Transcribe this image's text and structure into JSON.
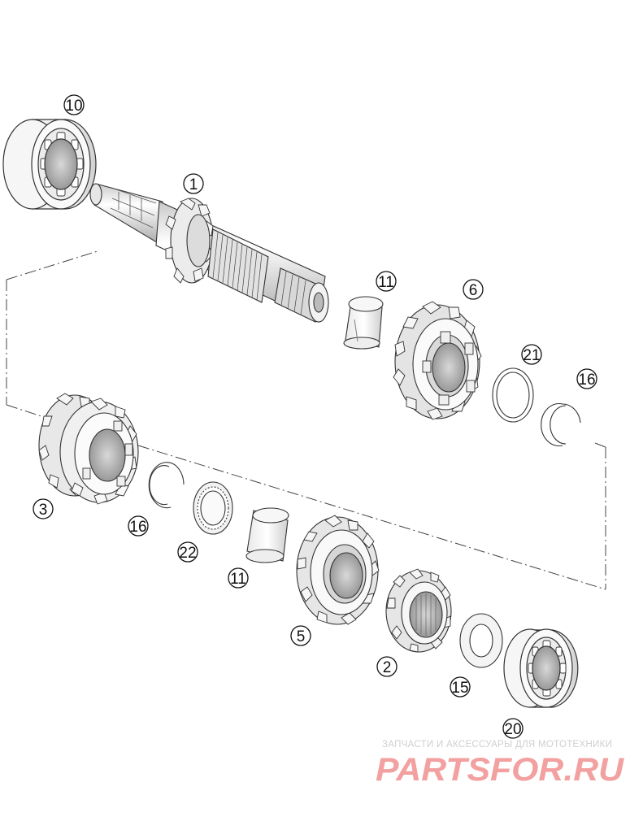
{
  "diagram": {
    "parts": [
      {
        "id": "part-1",
        "label": "1"
      },
      {
        "id": "part-2",
        "label": "2"
      },
      {
        "id": "part-3",
        "label": "3"
      },
      {
        "id": "part-5",
        "label": "5"
      },
      {
        "id": "part-6",
        "label": "6"
      },
      {
        "id": "part-10",
        "label": "10"
      },
      {
        "id": "part-11a",
        "label": "11"
      },
      {
        "id": "part-11b",
        "label": "11"
      },
      {
        "id": "part-15",
        "label": "15"
      },
      {
        "id": "part-16a",
        "label": "16"
      },
      {
        "id": "part-16b",
        "label": "16"
      },
      {
        "id": "part-20",
        "label": "20"
      },
      {
        "id": "part-21",
        "label": "21"
      },
      {
        "id": "part-22",
        "label": "22"
      }
    ]
  },
  "watermark": {
    "tagline": "ЗАПЧАСТИ И АКСЕССУАРЫ ДЛЯ МОТОТЕХНИКИ",
    "logo_text": "PARTSFOR.RU",
    "color": "#f2a0a0"
  },
  "colors": {
    "line": "#3a3a3a",
    "fill_light": "#f4f4f4",
    "fill_mid": "#dcdcdc",
    "fill_dark": "#a8a8a8"
  }
}
